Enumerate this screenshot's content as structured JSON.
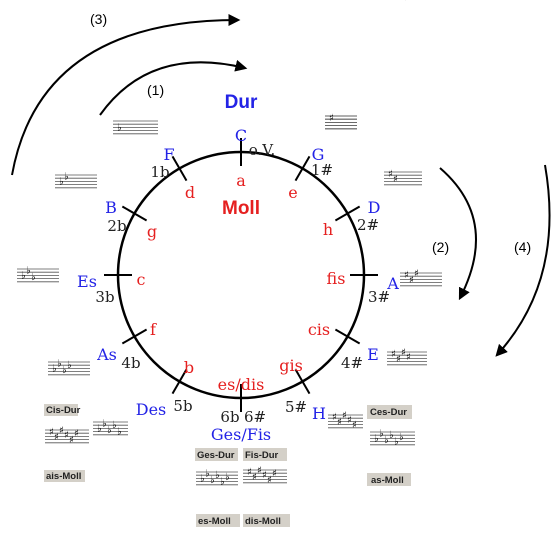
{
  "center": {
    "dur": "Dur",
    "moll": "Moll"
  },
  "arrows": [
    {
      "label": "(1)"
    },
    {
      "label": "(2)"
    },
    {
      "label": "(3)"
    },
    {
      "label": "(4)"
    }
  ],
  "keys": [
    {
      "major": "C",
      "minor": "a",
      "acc": "o.V."
    },
    {
      "major": "G",
      "minor": "e",
      "acc": "1#"
    },
    {
      "major": "D",
      "minor": "h",
      "acc": "2#"
    },
    {
      "major": "A",
      "minor": "fis",
      "acc": "3#"
    },
    {
      "major": "E",
      "minor": "cis",
      "acc": "4#"
    },
    {
      "major": "H",
      "minor": "gis",
      "acc": "5#"
    },
    {
      "major": "Ges/Fis",
      "minor": "es/dis",
      "acc_flat": "6b",
      "acc_sharp": "6#"
    },
    {
      "major": "Des",
      "minor": "b",
      "acc": "5b"
    },
    {
      "major": "As",
      "minor": "f",
      "acc": "4b"
    },
    {
      "major": "Es",
      "minor": "c",
      "acc": "3b"
    },
    {
      "major": "B",
      "minor": "g",
      "acc": "2b"
    },
    {
      "major": "F",
      "minor": "d",
      "acc": "1b"
    }
  ],
  "enharmonic": {
    "left": {
      "major": "Cis-Dur",
      "minor": "ais-Moll"
    },
    "right": {
      "major": "Ces-Dur",
      "minor": "as-Moll"
    },
    "bottom": {
      "major1": "Ges-Dur",
      "major2": "Fis-Dur",
      "minor1": "es-Moll",
      "minor2": "dis-Moll"
    }
  }
}
